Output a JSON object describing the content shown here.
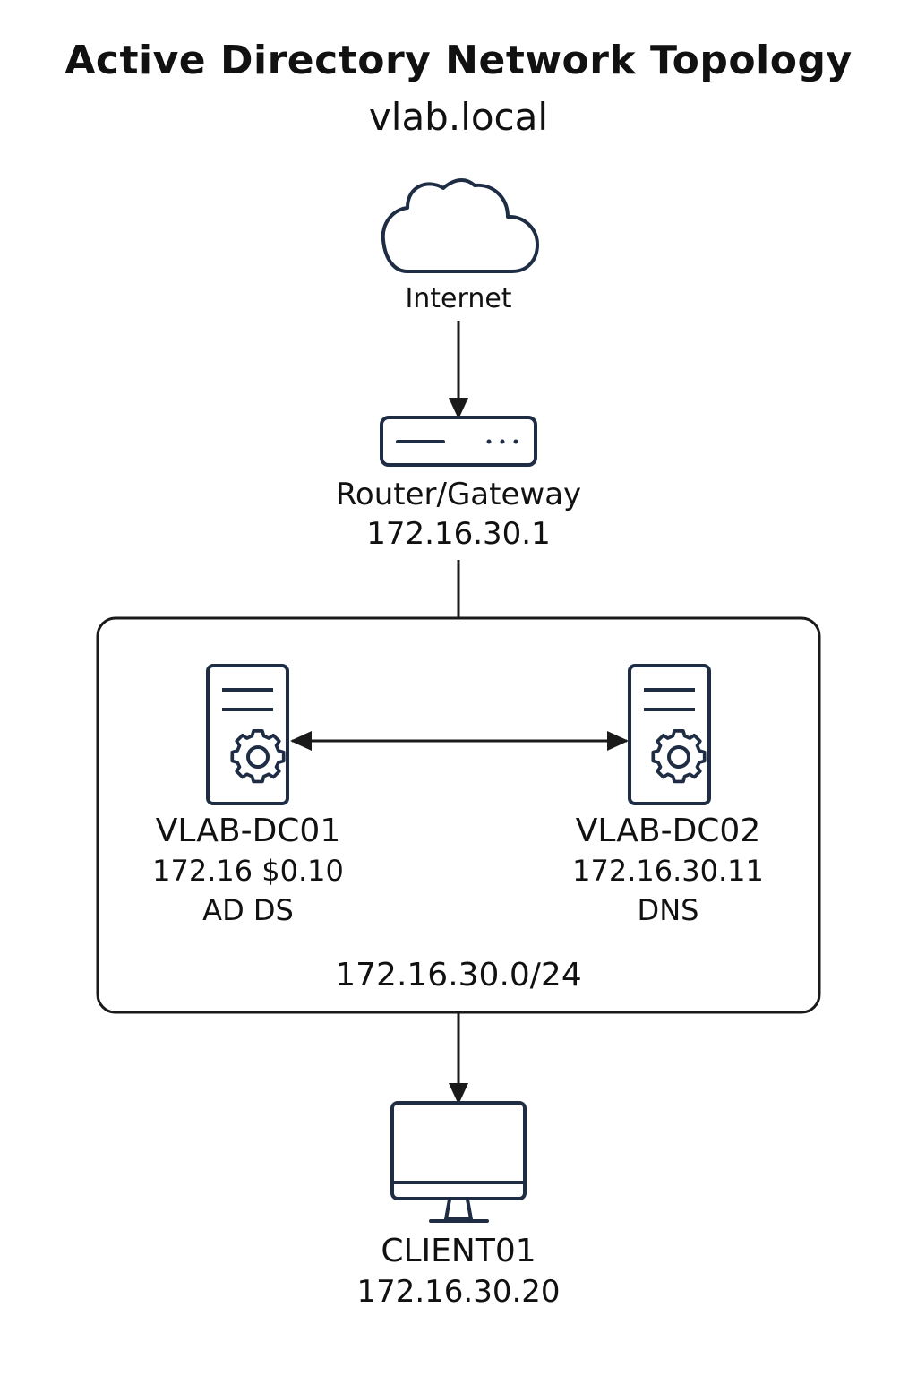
{
  "diagram": {
    "title": "Active Directory Network Topology",
    "subtitle": "vlab.local",
    "internet": {
      "label": "Internet",
      "icon": "cloud-icon"
    },
    "router": {
      "name": "Router/Gateway",
      "ip": "172.16.30.1",
      "icon": "router-icon"
    },
    "subnet": {
      "label": "172.16.30.0/24"
    },
    "dc01": {
      "name": "VLAB-DC01",
      "ip": "172.16 $0.10",
      "role": "AD DS",
      "icon": "server-gear-icon"
    },
    "dc02": {
      "name": "VLAB-DC02",
      "ip": "172.16.30.11",
      "role": "DNS",
      "icon": "server-gear-icon"
    },
    "client": {
      "name": "CLIENT01",
      "ip": "172.16.30.20",
      "icon": "monitor-icon"
    },
    "colors": {
      "icon_stroke": "#1f2d44",
      "line": "#1a1a1a",
      "text": "#111111",
      "background": "#ffffff"
    }
  }
}
